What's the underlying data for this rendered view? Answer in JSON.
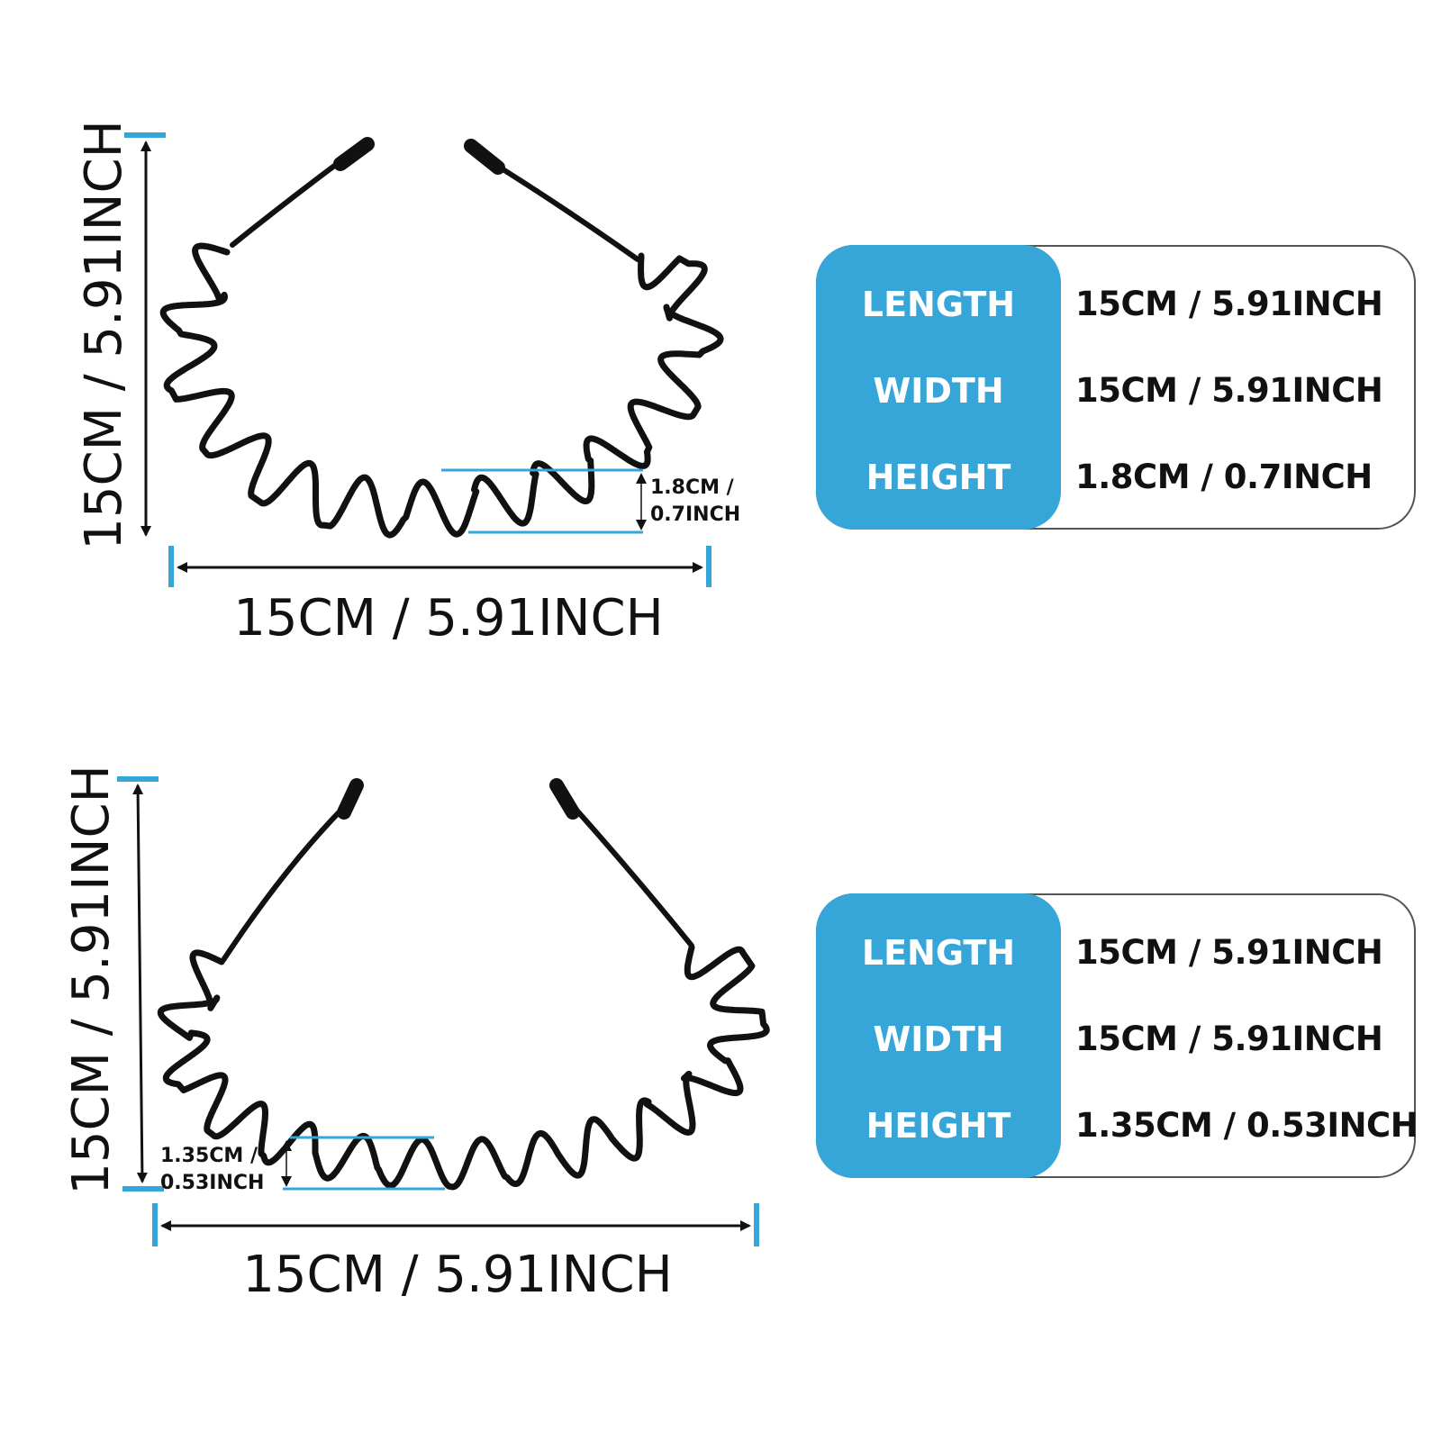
{
  "colors": {
    "accent": "#36A5D8",
    "band": "#111111",
    "text": "#111111",
    "outline": "#555555"
  },
  "figures": [
    {
      "height_label": "15CM / 5.91INCH",
      "width_label": "15CM / 5.91INCH",
      "tooth_label_line1": "1.8CM /",
      "tooth_label_line2": "0.7INCH"
    },
    {
      "height_label": "15CM / 5.91INCH",
      "width_label": "15CM / 5.91INCH",
      "tooth_label_line1": "1.35CM /",
      "tooth_label_line2": "0.53INCH"
    }
  ],
  "tables": [
    {
      "rows": [
        {
          "label": "LENGTH",
          "value": "15CM / 5.91INCH"
        },
        {
          "label": "WIDTH",
          "value": "15CM / 5.91INCH"
        },
        {
          "label": "HEIGHT",
          "value": "1.8CM / 0.7INCH"
        }
      ]
    },
    {
      "rows": [
        {
          "label": "LENGTH",
          "value": "15CM / 5.91INCH"
        },
        {
          "label": "WIDTH",
          "value": "15CM / 5.91INCH"
        },
        {
          "label": "HEIGHT",
          "value": "1.35CM / 0.53INCH"
        }
      ]
    }
  ]
}
